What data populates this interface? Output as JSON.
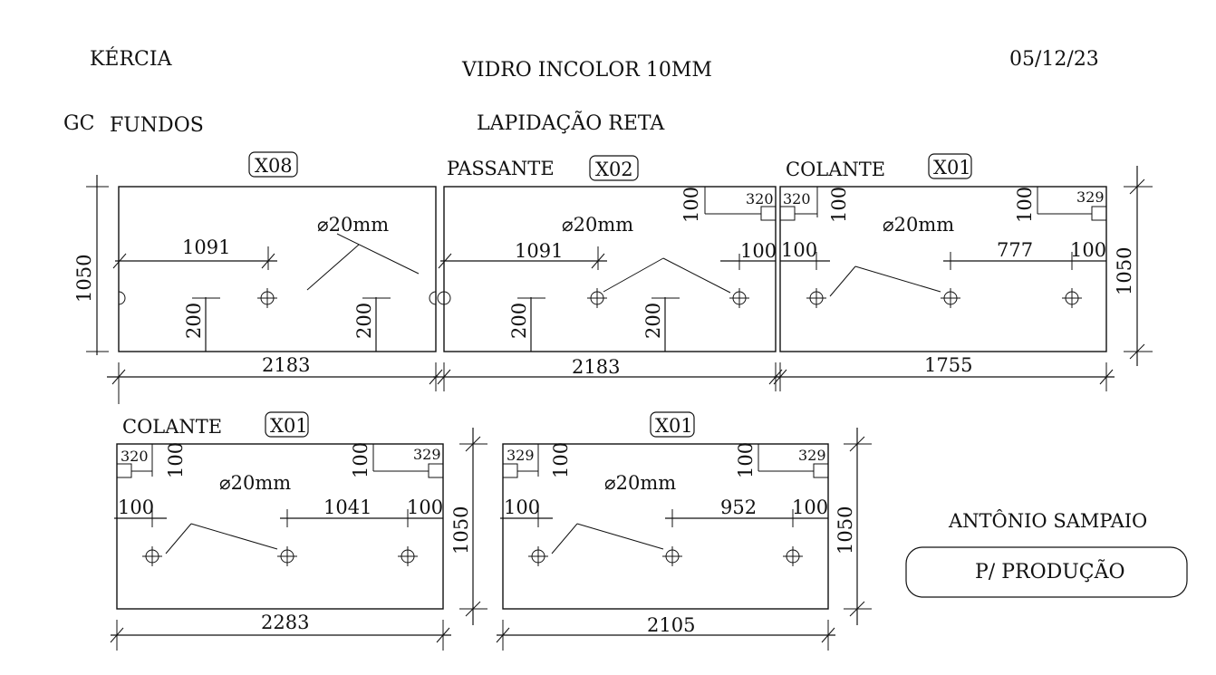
{
  "header": {
    "client": "KÉRCIA",
    "material": "VIDRO INCOLOR 10MM",
    "date": "05/12/23",
    "code": "GC",
    "item": "FUNDOS",
    "finish": "LAPIDAÇÃO RETA"
  },
  "hole_label": "⌀20mm",
  "panels": {
    "p1": {
      "qty": "X08",
      "width": "2183",
      "height": "1050",
      "d1091": "1091",
      "d200a": "200",
      "d200b": "200"
    },
    "p2": {
      "type": "PASSANTE",
      "qty": "X02",
      "width": "2183",
      "d1091": "1091",
      "d100v": "100",
      "d320": "320",
      "d100r": "100",
      "d200a": "200",
      "d200b": "200"
    },
    "p3": {
      "type": "COLANTE",
      "qty": "X01",
      "width": "1755",
      "height": "1050",
      "d320": "320",
      "d100v1": "100",
      "d100v2": "100",
      "d329": "329",
      "d100l": "100",
      "d777": "777",
      "d100r": "100"
    },
    "p4": {
      "type": "COLANTE",
      "qty": "X01",
      "width": "2283",
      "height": "1050",
      "d320": "320",
      "d100v1": "100",
      "d100v2": "100",
      "d329": "329",
      "d100l": "100",
      "d1041": "1041",
      "d100r": "100"
    },
    "p5": {
      "qty": "X01",
      "width": "2105",
      "height": "1050",
      "d329a": "329",
      "d100v1": "100",
      "d100v2": "100",
      "d329b": "329",
      "d100l": "100",
      "d952": "952",
      "d100r": "100"
    }
  },
  "footer": {
    "name": "ANTÔNIO SAMPAIO",
    "status": "P/ PRODUÇÃO"
  }
}
